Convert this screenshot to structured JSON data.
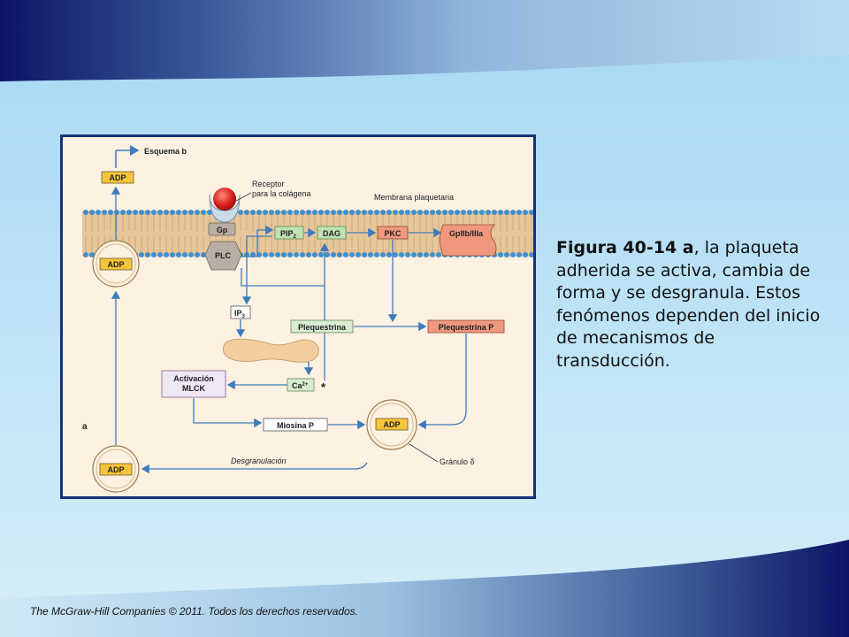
{
  "caption": {
    "figure_ref": "Figura 40-14 a",
    "text": ", la plaqueta adherida se activa, cambia de forma y se desgranula. Estos fenómenos dependen del inicio de mecanismos de transducción."
  },
  "footer": "The McGraw-Hill Companies © 2011. Todos los derechos reservados.",
  "diagram": {
    "panel_label": "a",
    "esquema_prefix": "Esquema ",
    "esquema_letter": "b",
    "receptor_line1": "Receptor",
    "receptor_line2": "para la colágena",
    "membrana": "Membrana plaquetaria",
    "adp": "ADP",
    "gp": "Gp",
    "plc": "PLC",
    "pip_base": "PIP",
    "pip_sub": "2",
    "dag": "DAG",
    "pkc": "PKC",
    "gpiib": "GpIIb/IIIa",
    "ip_base": "IP",
    "ip_sub": "3",
    "plequestrina": "Plequestrina",
    "plequestrina_p": "Plequestrina P",
    "activacion_line1": "Activación",
    "activacion_line2": "MLCK",
    "ca_base": "Ca",
    "ca_sup": "2+",
    "asterisk": "*",
    "miosina_p": "Miosina P",
    "desgranulacion": "Desgranulación",
    "granulo": "Gránulo δ"
  },
  "colors": {
    "frame": "#16307a",
    "membrane": "#e6c79a",
    "bead": "#3f8fd0",
    "adp_box": "#f5c43a",
    "gp_plc": "#b9aea4",
    "pip_green": "#bfe1b3",
    "pkc_salmon": "#f0987e",
    "arrow_blue": "#3d7bbd"
  }
}
